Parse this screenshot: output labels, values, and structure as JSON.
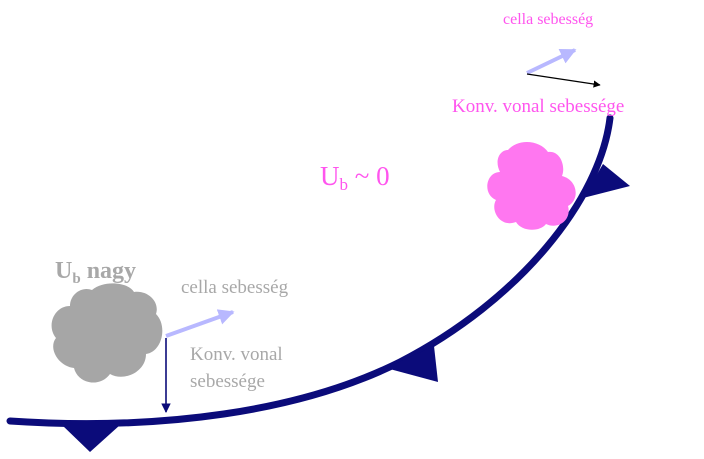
{
  "labels": {
    "top_cell_speed": "cella sebesség",
    "top_line_speed": "Konv. vonal sebessége",
    "ub_small_main": "U",
    "ub_small_sub": "b",
    "ub_small_rest": " ~ 0",
    "ub_large_main": "U",
    "ub_large_sub": "b",
    "ub_large_rest": " nagy",
    "bottom_cell_speed": "cella sebesség",
    "bottom_line_speed_1": "Konv. vonal",
    "bottom_line_speed_2": "sebessége"
  },
  "colors": {
    "background": "#ffffff",
    "front_line": "#0b0b7a",
    "magenta_text": "#ff55ee",
    "magenta_cell": "#ff77f0",
    "gray_text": "#a8a8a8",
    "gray_cell": "#a6a6a6",
    "cell_velocity_arrow": "#b8b8ff",
    "line_velocity_arrow_top": "#000000",
    "line_velocity_arrow_bottom": "#0b0b7a"
  }
}
